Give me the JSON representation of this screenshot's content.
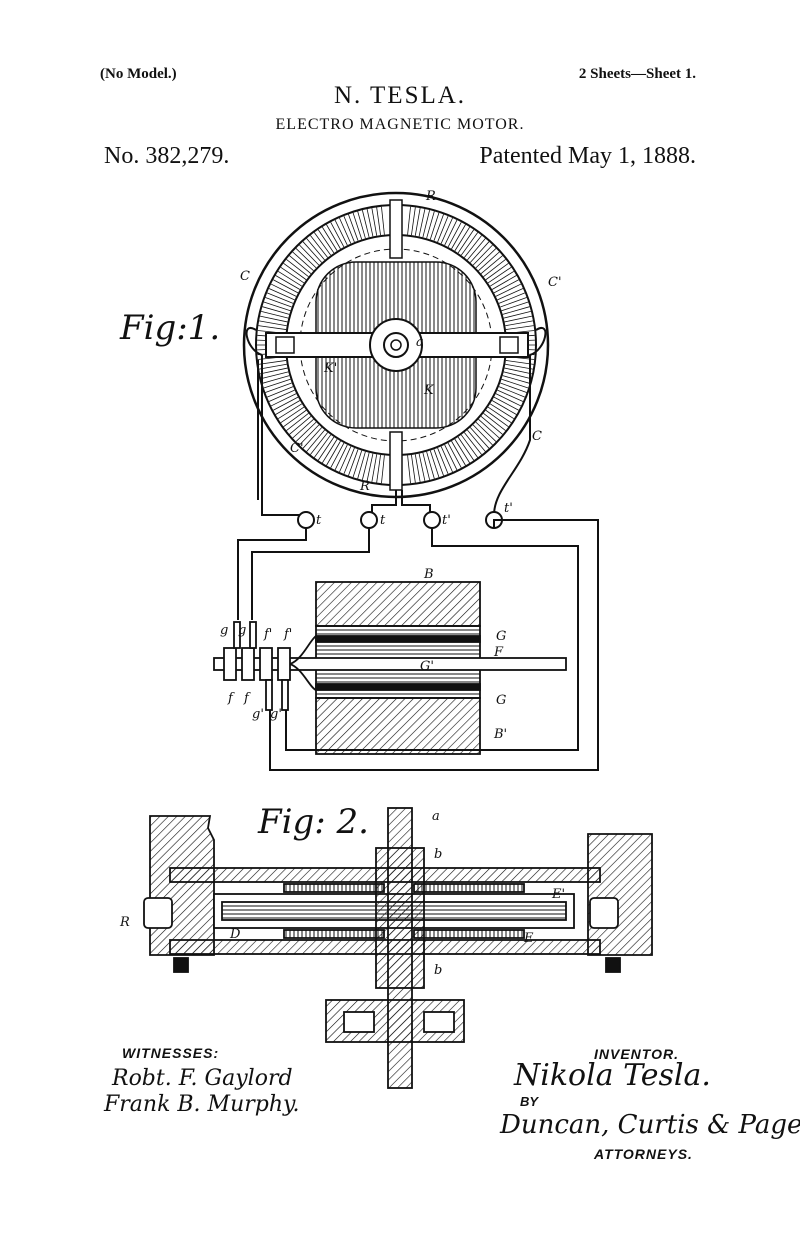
{
  "header": {
    "model_note": "(No Model.)",
    "sheets": "2 Sheets—Sheet 1.",
    "inventor": "N. TESLA.",
    "title": "ELECTRO MAGNETIC MOTOR.",
    "patent_number": "No. 382,279.",
    "patent_date": "Patented May 1, 1888."
  },
  "figures": {
    "fig1": "Fig:1.",
    "fig2": "Fig: 2."
  },
  "labels": {
    "R": "R",
    "C": "C",
    "C_prime": "C'",
    "a": "a",
    "b": "b",
    "K": "K",
    "K_prime": "K'",
    "t": "t",
    "t_prime": "t'",
    "B": "B",
    "B_prime": "B'",
    "G": "G",
    "G_prime": "G'",
    "F": "F",
    "f": "f",
    "f_prime": "f'",
    "g": "g",
    "g_prime": "g'",
    "D": "D",
    "E": "E",
    "E_prime": "E'"
  },
  "signatures": {
    "witnesses_heading": "WITNESSES:",
    "witness_1": "Robt. F. Gaylord",
    "witness_2": "Frank B. Murphy.",
    "inventor_heading": "INVENTOR.",
    "inventor_signature": "Nikola Tesla.",
    "by": "BY",
    "attorneys_signature": "Duncan, Curtis & Page.",
    "attorneys_heading": "ATTORNEYS."
  }
}
